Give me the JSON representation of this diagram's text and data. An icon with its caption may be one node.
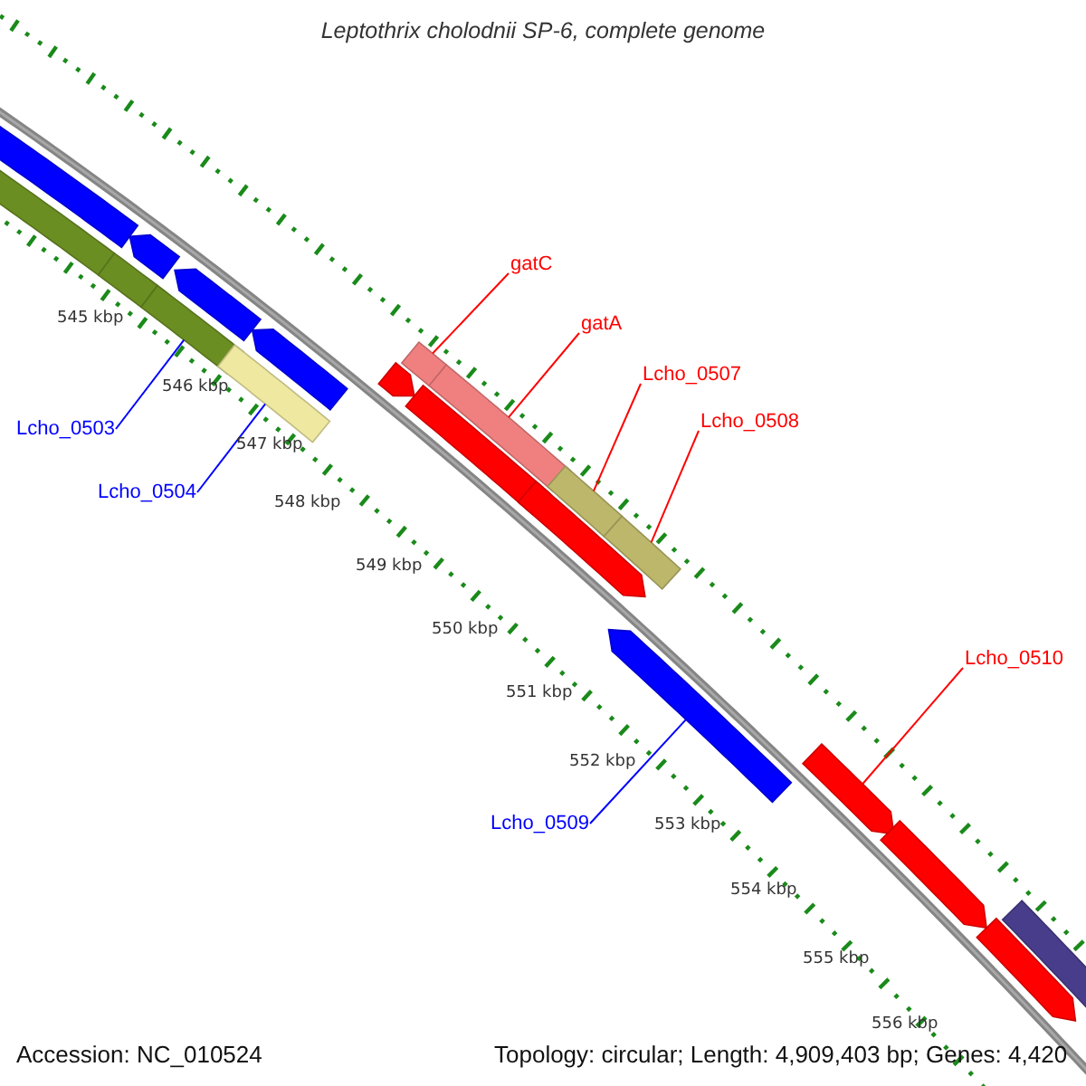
{
  "diagram": {
    "title": "Leptothrix cholodnii SP-6, complete genome",
    "nodes": [
      {
        "text": [
          "gatC"
        ]
      },
      {
        "text": [
          "gatA"
        ]
      },
      {
        "text": [
          "Lcho_0507"
        ]
      },
      {
        "text": [
          "Lcho_0508"
        ]
      },
      {
        "text": [
          "Lcho_0510"
        ]
      },
      {
        "text": [
          "Lcho_0503"
        ]
      },
      {
        "text": [
          "Lcho_0504"
        ]
      },
      {
        "text": [
          "Lcho_0509"
        ]
      },
      {
        "text": [],
        "shape": "pentagon"
      },
      {
        "text": [],
        "shape": "bar"
      },
      {
        "text": [],
        "shape": "bar"
      },
      {
        "text": [],
        "shape": "pentagon"
      },
      {
        "text": [],
        "shape": "bar"
      },
      {
        "text": [],
        "shape": "pentagon"
      },
      {
        "text": [],
        "shape": "bar"
      },
      {
        "text": [],
        "shape": "pentagon"
      },
      {
        "text": [],
        "shape": "pentagon"
      },
      {
        "text": [],
        "shape": "bar"
      },
      {
        "text": [],
        "shape": "pentagon"
      },
      {
        "text": [],
        "shape": "bar"
      },
      {
        "text": [],
        "shape": "pentagon"
      },
      {
        "text": [],
        "shape": "bar"
      },
      {
        "text": [],
        "shape": "bar"
      },
      {
        "text": [],
        "shape": "pentagon"
      },
      {
        "text": [],
        "shape": "pentagon"
      },
      {
        "text": [],
        "shape": "pentagon"
      },
      {
        "text": [],
        "shape": "pentagon"
      },
      {
        "text": [],
        "shape": "bar"
      }
    ],
    "edges": [
      {
        "from": 0,
        "to": 17,
        "arrow": "none"
      },
      {
        "from": 1,
        "to": 19,
        "arrow": "none"
      },
      {
        "from": 2,
        "to": 21,
        "arrow": "none"
      },
      {
        "from": 3,
        "to": 22,
        "arrow": "none"
      },
      {
        "from": 4,
        "to": 24,
        "arrow": "none"
      },
      {
        "from": 5,
        "to": 12,
        "arrow": "none",
        "color": "#0000ff"
      },
      {
        "from": 6,
        "to": 14,
        "arrow": "none",
        "color": "#0000ff"
      },
      {
        "from": 7,
        "to": 23,
        "arrow": "none",
        "color": "#0000ff"
      }
    ],
    "labels": [
      "545 kbp",
      "546 kbp",
      "547 kbp",
      "548 kbp",
      "549 kbp",
      "550 kbp",
      "551 kbp",
      "552 kbp",
      "553 kbp",
      "554 kbp",
      "555 kbp",
      "556 kbp",
      "Accession: NC_010524",
      "Topology: circular; Length: 4,909,403 bp; Genes: 4,420"
    ]
  }
}
